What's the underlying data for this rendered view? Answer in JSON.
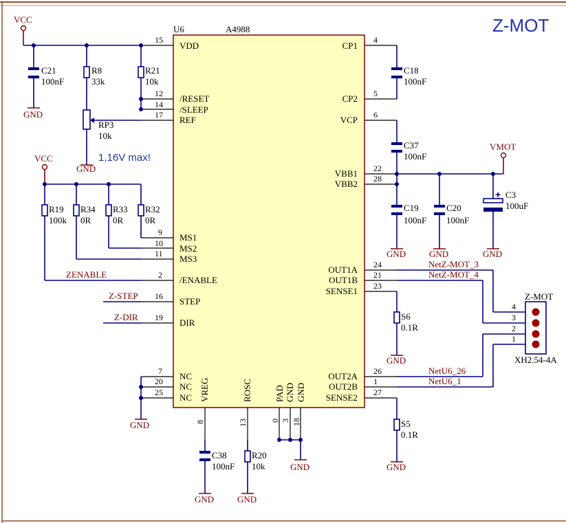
{
  "sheet_title": "Z-MOT",
  "note": "1,16V max!",
  "ic": {
    "designator": "U6",
    "part": "A4988",
    "pins_left": [
      {
        "num": "15",
        "name": "VDD"
      },
      {
        "num": "12",
        "name": "/RESET"
      },
      {
        "num": "14",
        "name": "/SLEEP"
      },
      {
        "num": "17",
        "name": "REF"
      },
      {
        "num": "9",
        "name": "MS1"
      },
      {
        "num": "10",
        "name": "MS2"
      },
      {
        "num": "11",
        "name": "MS3"
      },
      {
        "num": "2",
        "name": "/ENABLE"
      },
      {
        "num": "16",
        "name": "STEP"
      },
      {
        "num": "19",
        "name": "DIR"
      },
      {
        "num": "7",
        "name": "NC"
      },
      {
        "num": "20",
        "name": "NC"
      },
      {
        "num": "25",
        "name": "NC"
      }
    ],
    "pins_right": [
      {
        "num": "4",
        "name": "CP1"
      },
      {
        "num": "5",
        "name": "CP2"
      },
      {
        "num": "6",
        "name": "VCP"
      },
      {
        "num": "22",
        "name": "VBB1"
      },
      {
        "num": "28",
        "name": "VBB2"
      },
      {
        "num": "24",
        "name": "OUT1A"
      },
      {
        "num": "21",
        "name": "OUT1B"
      },
      {
        "num": "23",
        "name": "SENSE1"
      },
      {
        "num": "26",
        "name": "OUT2A"
      },
      {
        "num": "1",
        "name": "OUT2B"
      },
      {
        "num": "27",
        "name": "SENSE2"
      }
    ],
    "pins_bottom": [
      {
        "num": "8",
        "name": "VREG"
      },
      {
        "num": "13",
        "name": "ROSC"
      },
      {
        "num": "0",
        "name": "PAD"
      },
      {
        "num": "3",
        "name": "GND"
      },
      {
        "num": "18",
        "name": "GND"
      }
    ]
  },
  "power": {
    "vcc": "VCC",
    "vmot": "VMOT",
    "gnd": "GND"
  },
  "components": [
    {
      "ref": "C21",
      "value": "100nF"
    },
    {
      "ref": "R8",
      "value": "33k"
    },
    {
      "ref": "R21",
      "value": "10k"
    },
    {
      "ref": "RP3",
      "value": "10k"
    },
    {
      "ref": "R19",
      "value": "100k"
    },
    {
      "ref": "R34",
      "value": "0R"
    },
    {
      "ref": "R33",
      "value": "0R"
    },
    {
      "ref": "R32",
      "value": "0R"
    },
    {
      "ref": "C18",
      "value": "100nF"
    },
    {
      "ref": "C37",
      "value": "100nF"
    },
    {
      "ref": "C19",
      "value": "100nF"
    },
    {
      "ref": "C20",
      "value": "100nF"
    },
    {
      "ref": "C3",
      "value": "100uF"
    },
    {
      "ref": "S6",
      "value": "0.1R"
    },
    {
      "ref": "S5",
      "value": "0.1R"
    },
    {
      "ref": "C38",
      "value": "100nF"
    },
    {
      "ref": "R20",
      "value": "10k"
    }
  ],
  "nets": {
    "zenable": "ZENABLE",
    "zstep": "Z-STEP",
    "zdir": "Z-DIR",
    "n1a": "NetZ-MOT_3",
    "n1b": "NetZ-MOT_4",
    "n2a": "NetU6_26",
    "n2b": "NetU6_1"
  },
  "connector": {
    "title": "Z-MOT",
    "part": "XH2.54-4A",
    "pins": [
      "4",
      "3",
      "2",
      "1"
    ]
  }
}
